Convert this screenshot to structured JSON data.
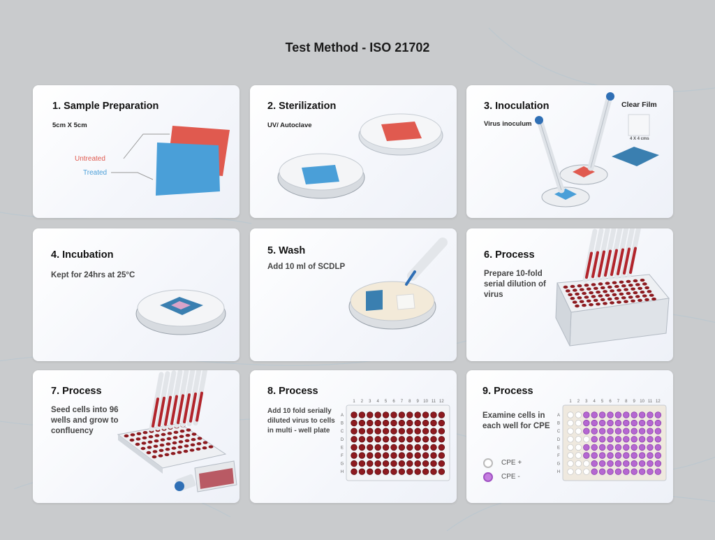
{
  "title": "Test Method - ISO 21702",
  "colors": {
    "untreated": "#e05a4f",
    "treated": "#4a9fd8",
    "blood": "#8d1a1f",
    "cpe_pos": "#b567d1"
  },
  "steps": [
    {
      "title": "1. Sample Preparation",
      "subtitle": "5cm X 5cm",
      "label_untreated": "Untreated",
      "label_treated": "Treated"
    },
    {
      "title": "2. Sterilization",
      "subtitle": "UV/ Autoclave"
    },
    {
      "title": "3. Inoculation",
      "subtitle": "Virus inoculum",
      "film_label": "Clear Film",
      "film_size": "4 X 4 cms"
    },
    {
      "title": "4. Incubation",
      "desc": "Kept for 24hrs at 25°C"
    },
    {
      "title": "5. Wash",
      "desc": "Add 10 ml of SCDLP"
    },
    {
      "title": "6. Process",
      "desc": "Prepare 10-fold serial dilution of virus"
    },
    {
      "title": "7. Process",
      "desc": "Seed cells into 96 wells and grow to confluency"
    },
    {
      "title": "8. Process",
      "desc": "Add 10 fold serially diluted virus to cells in multi - well plate"
    },
    {
      "title": "9. Process",
      "desc": "Examine cells in each well for CPE",
      "legend_pos": "CPE +",
      "legend_neg": "CPE -"
    }
  ],
  "plate": {
    "columns": [
      "1",
      "2",
      "3",
      "4",
      "5",
      "6",
      "7",
      "8",
      "9",
      "10",
      "11",
      "12"
    ],
    "rows": [
      "A",
      "B",
      "C",
      "D",
      "E",
      "F",
      "G",
      "H"
    ]
  }
}
